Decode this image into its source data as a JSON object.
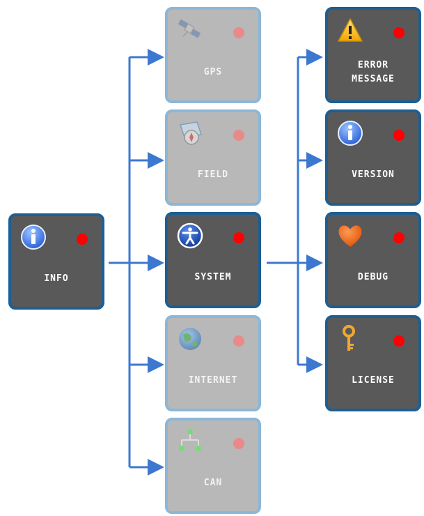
{
  "root": {
    "label": "INFO",
    "icon": "info-icon",
    "status": "error"
  },
  "column1": [
    {
      "label": "GPS",
      "icon": "satellite-icon",
      "status": "error",
      "enabled": false
    },
    {
      "label": "FIELD",
      "icon": "compass-map-icon",
      "status": "error",
      "enabled": false
    },
    {
      "label": "SYSTEM",
      "icon": "accessibility-icon",
      "status": "error",
      "enabled": true
    },
    {
      "label": "INTERNET",
      "icon": "globe-icon",
      "status": "error",
      "enabled": false
    },
    {
      "label": "CAN",
      "icon": "network-bus-icon",
      "status": "error",
      "enabled": false
    }
  ],
  "column2": [
    {
      "label_line1": "ERROR",
      "label_line2": "MESSAGE",
      "icon": "warning-icon",
      "status": "error"
    },
    {
      "label": "VERSION",
      "icon": "info-icon",
      "status": "error"
    },
    {
      "label": "DEBUG",
      "icon": "heart-icon",
      "status": "error"
    },
    {
      "label": "LICENSE",
      "icon": "key-icon",
      "status": "error"
    }
  ],
  "colors": {
    "connector": "#3c78d0",
    "active_tile": "#595959",
    "inactive_tile": "#b8b8b8",
    "active_border": "#1c5f94",
    "inactive_border": "#8cb7d7",
    "status_led": "#ff0000"
  }
}
